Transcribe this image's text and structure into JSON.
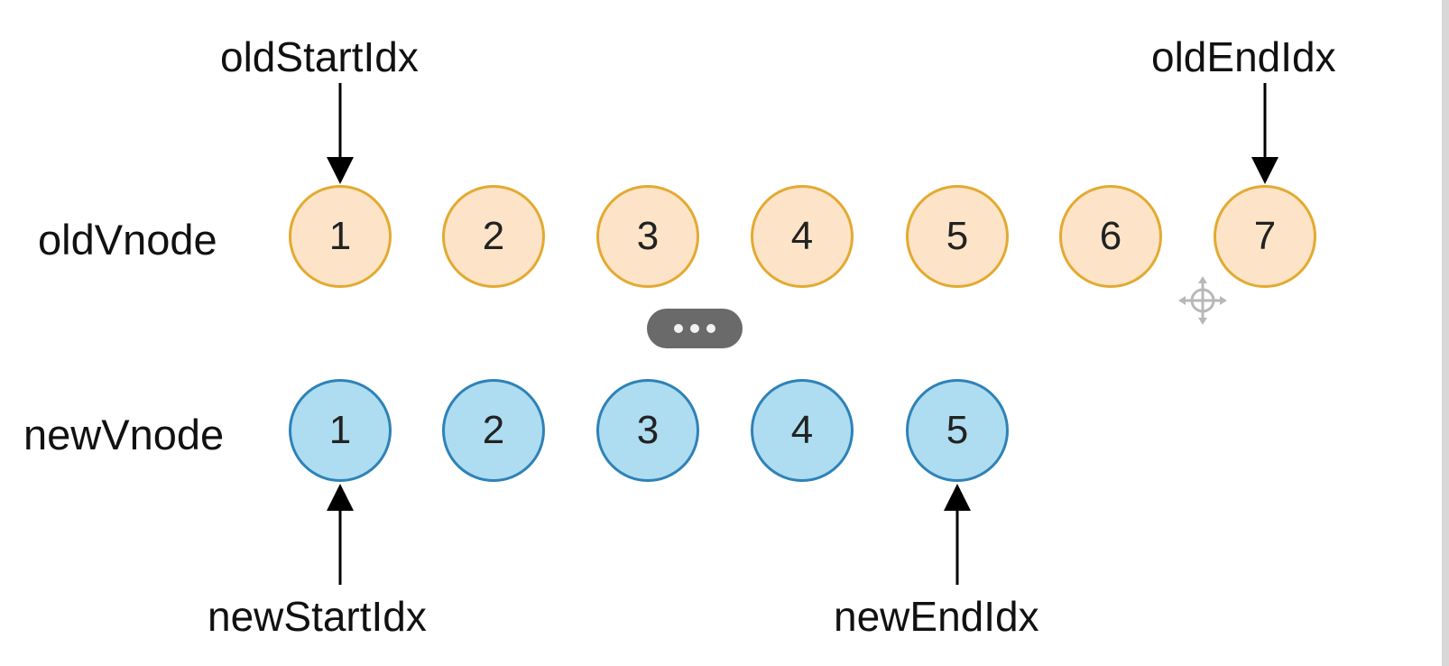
{
  "pointers": {
    "old_start": "oldStartIdx",
    "old_end": "oldEndIdx",
    "new_start": "newStartIdx",
    "new_end": "newEndIdx"
  },
  "rows": {
    "old_label": "oldVnode",
    "new_label": "newVnode"
  },
  "old_nodes": [
    "1",
    "2",
    "3",
    "4",
    "5",
    "6",
    "7"
  ],
  "new_nodes": [
    "1",
    "2",
    "3",
    "4",
    "5"
  ],
  "overflow_menu_icon": "more-dots-icon",
  "drag_handle_icon": "move-handle-icon",
  "colors": {
    "old_fill": "#fde4c8",
    "old_stroke": "#e3aa31",
    "new_fill": "#aedcf0",
    "new_stroke": "#2e82b7"
  }
}
